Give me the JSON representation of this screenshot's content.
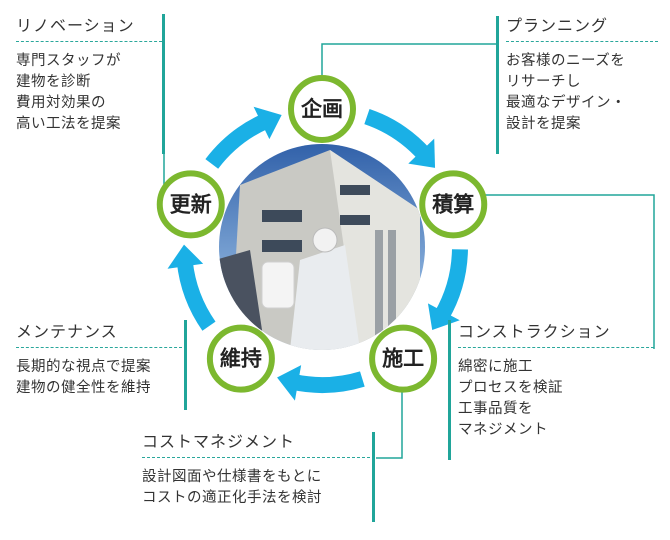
{
  "colors": {
    "teal": "#20a59a",
    "green": "#7cb82f",
    "arrow_blue": "#1ab0e6"
  },
  "cycle": {
    "nodes": {
      "kikaku": "企画",
      "sekisan": "積算",
      "seko": "施工",
      "iji": "維持",
      "koshin": "更新"
    }
  },
  "boxes": {
    "renovation": {
      "title": "リノベーション",
      "lines": [
        "専門スタッフが",
        "建物を診断",
        "費用対効果の",
        "高い工法を提案"
      ]
    },
    "planning": {
      "title": "プランニング",
      "lines": [
        "お客様のニーズを",
        "リサーチし",
        "最適なデザイン・",
        "設計を提案"
      ]
    },
    "maintenance": {
      "title": "メンテナンス",
      "lines": [
        "長期的な視点で提案",
        "建物の健全性を維持"
      ]
    },
    "construction": {
      "title": "コンストラクション",
      "lines": [
        "綿密に施工",
        "プロセスを検証",
        "工事品質を",
        "マネジメント"
      ]
    },
    "cost": {
      "title": "コストマネジメント",
      "lines": [
        "設計図面や仕様書をもとに",
        "コストの適正化手法を検討"
      ]
    }
  },
  "photo": {
    "icon": "worker-building-photo"
  }
}
